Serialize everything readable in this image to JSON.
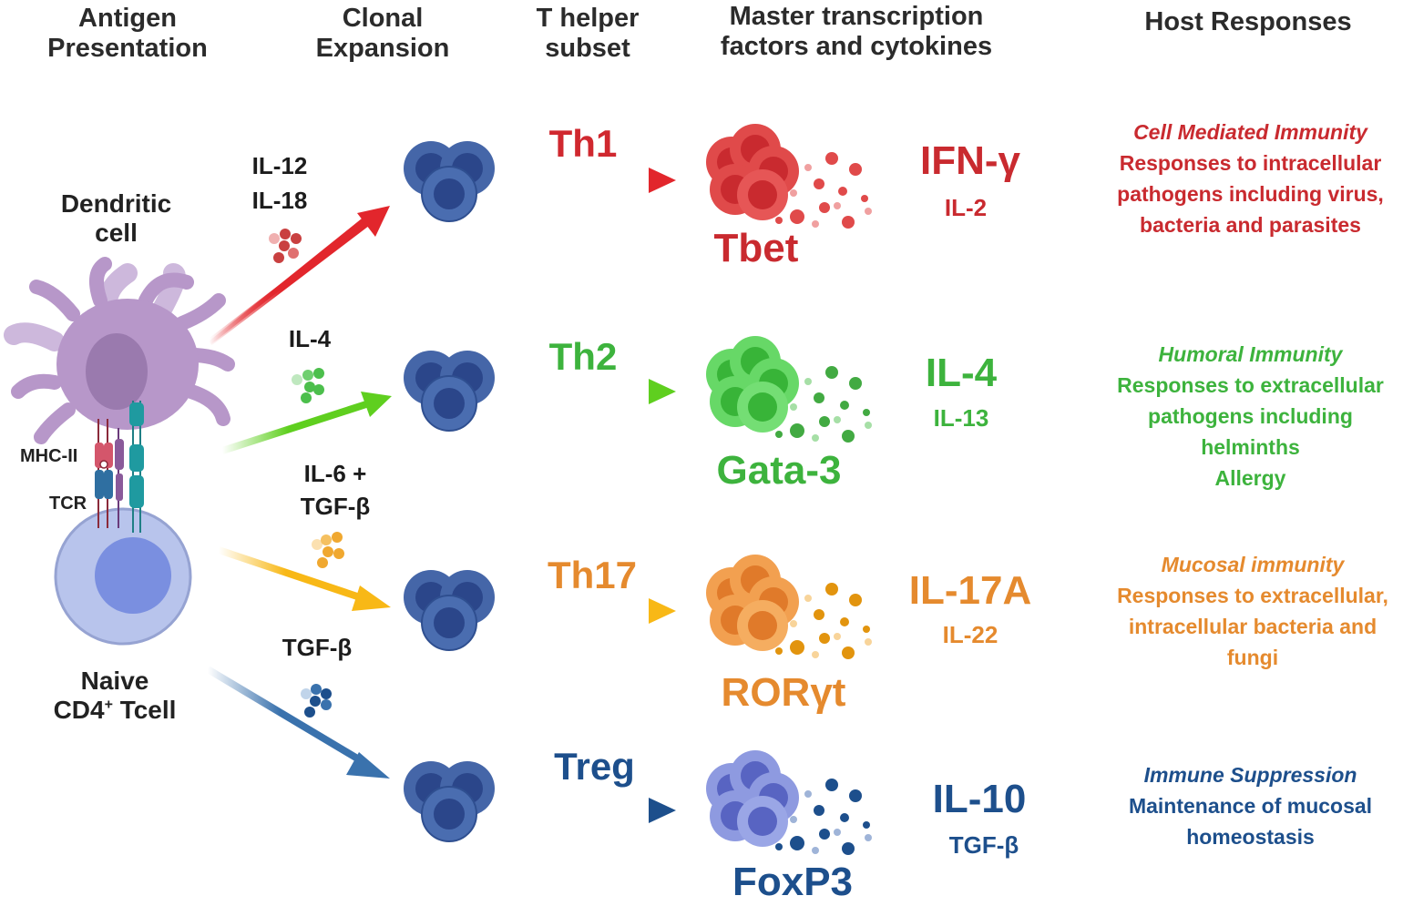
{
  "headers": {
    "antigen": [
      "Antigen",
      "Presentation"
    ],
    "clonal": [
      "Clonal",
      "Expansion"
    ],
    "helper": [
      "T helper",
      "subset"
    ],
    "master": [
      "Master transcription",
      "factors and cytokines"
    ],
    "host": "Host Responses"
  },
  "left": {
    "dendritic": [
      "Dendritic",
      "cell"
    ],
    "mhc": "MHC-II",
    "tcr": "TCR",
    "naive_line1": "Naive",
    "naive_line2_prefix": "CD4",
    "naive_sup": "+",
    "naive_line2_suffix": " Tcell"
  },
  "cytokines_in": {
    "th1": [
      "IL-12",
      "IL-18"
    ],
    "th2": [
      "IL-4"
    ],
    "th17": [
      "IL-6 +",
      "TGF-β"
    ],
    "treg": [
      "TGF-β"
    ]
  },
  "subsets": [
    {
      "key": "th1",
      "name": "Th1",
      "factor": "Tbet",
      "cytokine_main": "IFN-γ",
      "cytokine_sub": "IL-2",
      "color": "#d0282f",
      "response_title": "Cell Mediated Immunity",
      "response_lines": [
        "Responses to intracellular",
        "pathogens including virus,",
        "bacteria and parasites"
      ]
    },
    {
      "key": "th2",
      "name": "Th2",
      "factor": "Gata-3",
      "cytokine_main": "IL-4",
      "cytokine_sub": "IL-13",
      "color": "#3db33d",
      "response_title": "Humoral Immunity",
      "response_lines": [
        "Responses to extracellular",
        "pathogens including",
        "helminths",
        "Allergy"
      ]
    },
    {
      "key": "th17",
      "name": "Th17",
      "factor": "RORγt",
      "cytokine_main": "IL-17A",
      "cytokine_sub": "IL-22",
      "color": "#e58a2e",
      "response_title": "Mucosal immunity",
      "response_lines": [
        "Responses to extracellular,",
        "intracellular bacteria and",
        "fungi"
      ]
    },
    {
      "key": "treg",
      "name": "Treg",
      "factor": "FoxP3",
      "cytokine_main": "IL-10",
      "cytokine_sub": "TGF-β",
      "color": "#1d4f8c",
      "response_title": "Immune Suppression",
      "response_lines": [
        "Maintenance of mucosal",
        "homeostasis"
      ]
    }
  ],
  "colors": {
    "th1_arrow": "#e2262c",
    "th2_arrow": "#5fcf1f",
    "th17_arrow": "#f8b816",
    "treg_arrow": "#3a72ad",
    "tcell_blue": "#3e5d9e",
    "dendritic_purple": "#b797c9",
    "naive_blue": "#b8c4ec"
  }
}
